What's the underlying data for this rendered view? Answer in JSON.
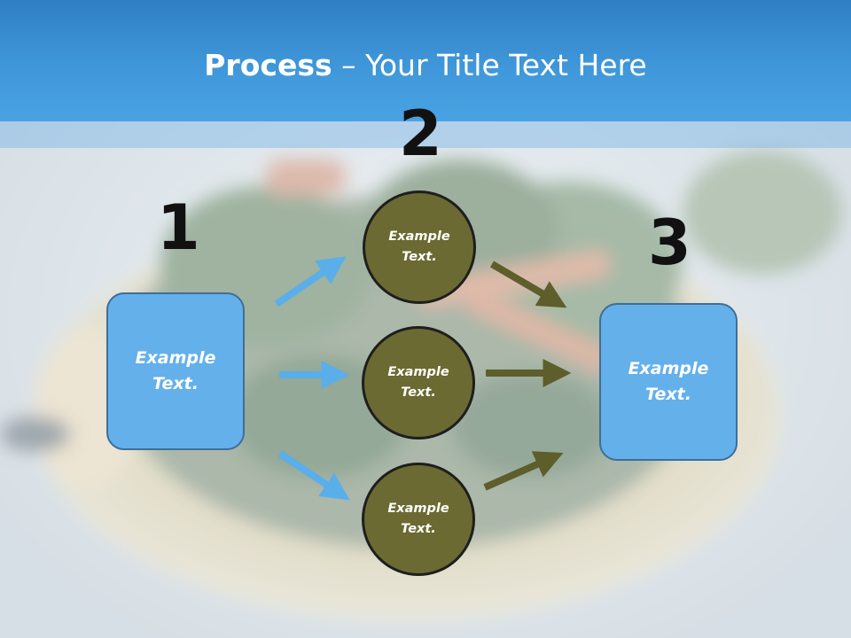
{
  "slide": {
    "title_bold": "Process",
    "title_rest": " – Your Title Text Here"
  },
  "steps": [
    {
      "number": "1",
      "label": "Example Text."
    },
    {
      "number": "2",
      "items": [
        "Example Text.",
        "Example Text.",
        "Example Text."
      ]
    },
    {
      "number": "3",
      "label": "Example Text."
    }
  ],
  "colors": {
    "header_blue": "#3f97d9",
    "box_blue": "#64b0ea",
    "circle_olive": "#6a6a32",
    "arrow_blue": "#5aaeea",
    "arrow_olive": "#5e5e2c"
  }
}
